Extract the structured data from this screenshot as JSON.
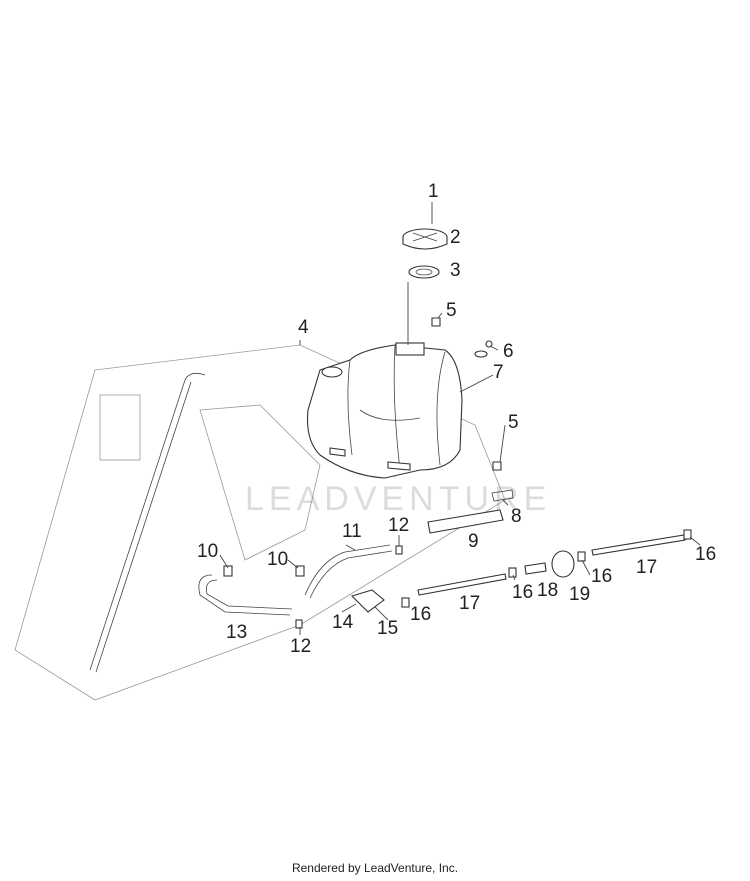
{
  "callouts": [
    {
      "label": "1"
    },
    {
      "label": "2"
    },
    {
      "label": "3"
    },
    {
      "label": "4"
    },
    {
      "label": "5"
    },
    {
      "label": "6"
    },
    {
      "label": "7"
    },
    {
      "label": "5"
    },
    {
      "label": "8"
    },
    {
      "label": "9"
    },
    {
      "label": "10"
    },
    {
      "label": "10"
    },
    {
      "label": "11"
    },
    {
      "label": "12"
    },
    {
      "label": "12"
    },
    {
      "label": "13"
    },
    {
      "label": "14"
    },
    {
      "label": "15"
    },
    {
      "label": "16"
    },
    {
      "label": "17"
    },
    {
      "label": "16"
    },
    {
      "label": "18"
    },
    {
      "label": "16"
    },
    {
      "label": "19"
    },
    {
      "label": "17"
    },
    {
      "label": "16"
    }
  ],
  "watermark": "LEADVENTURE",
  "footer": "Rendered by LeadVenture, Inc."
}
